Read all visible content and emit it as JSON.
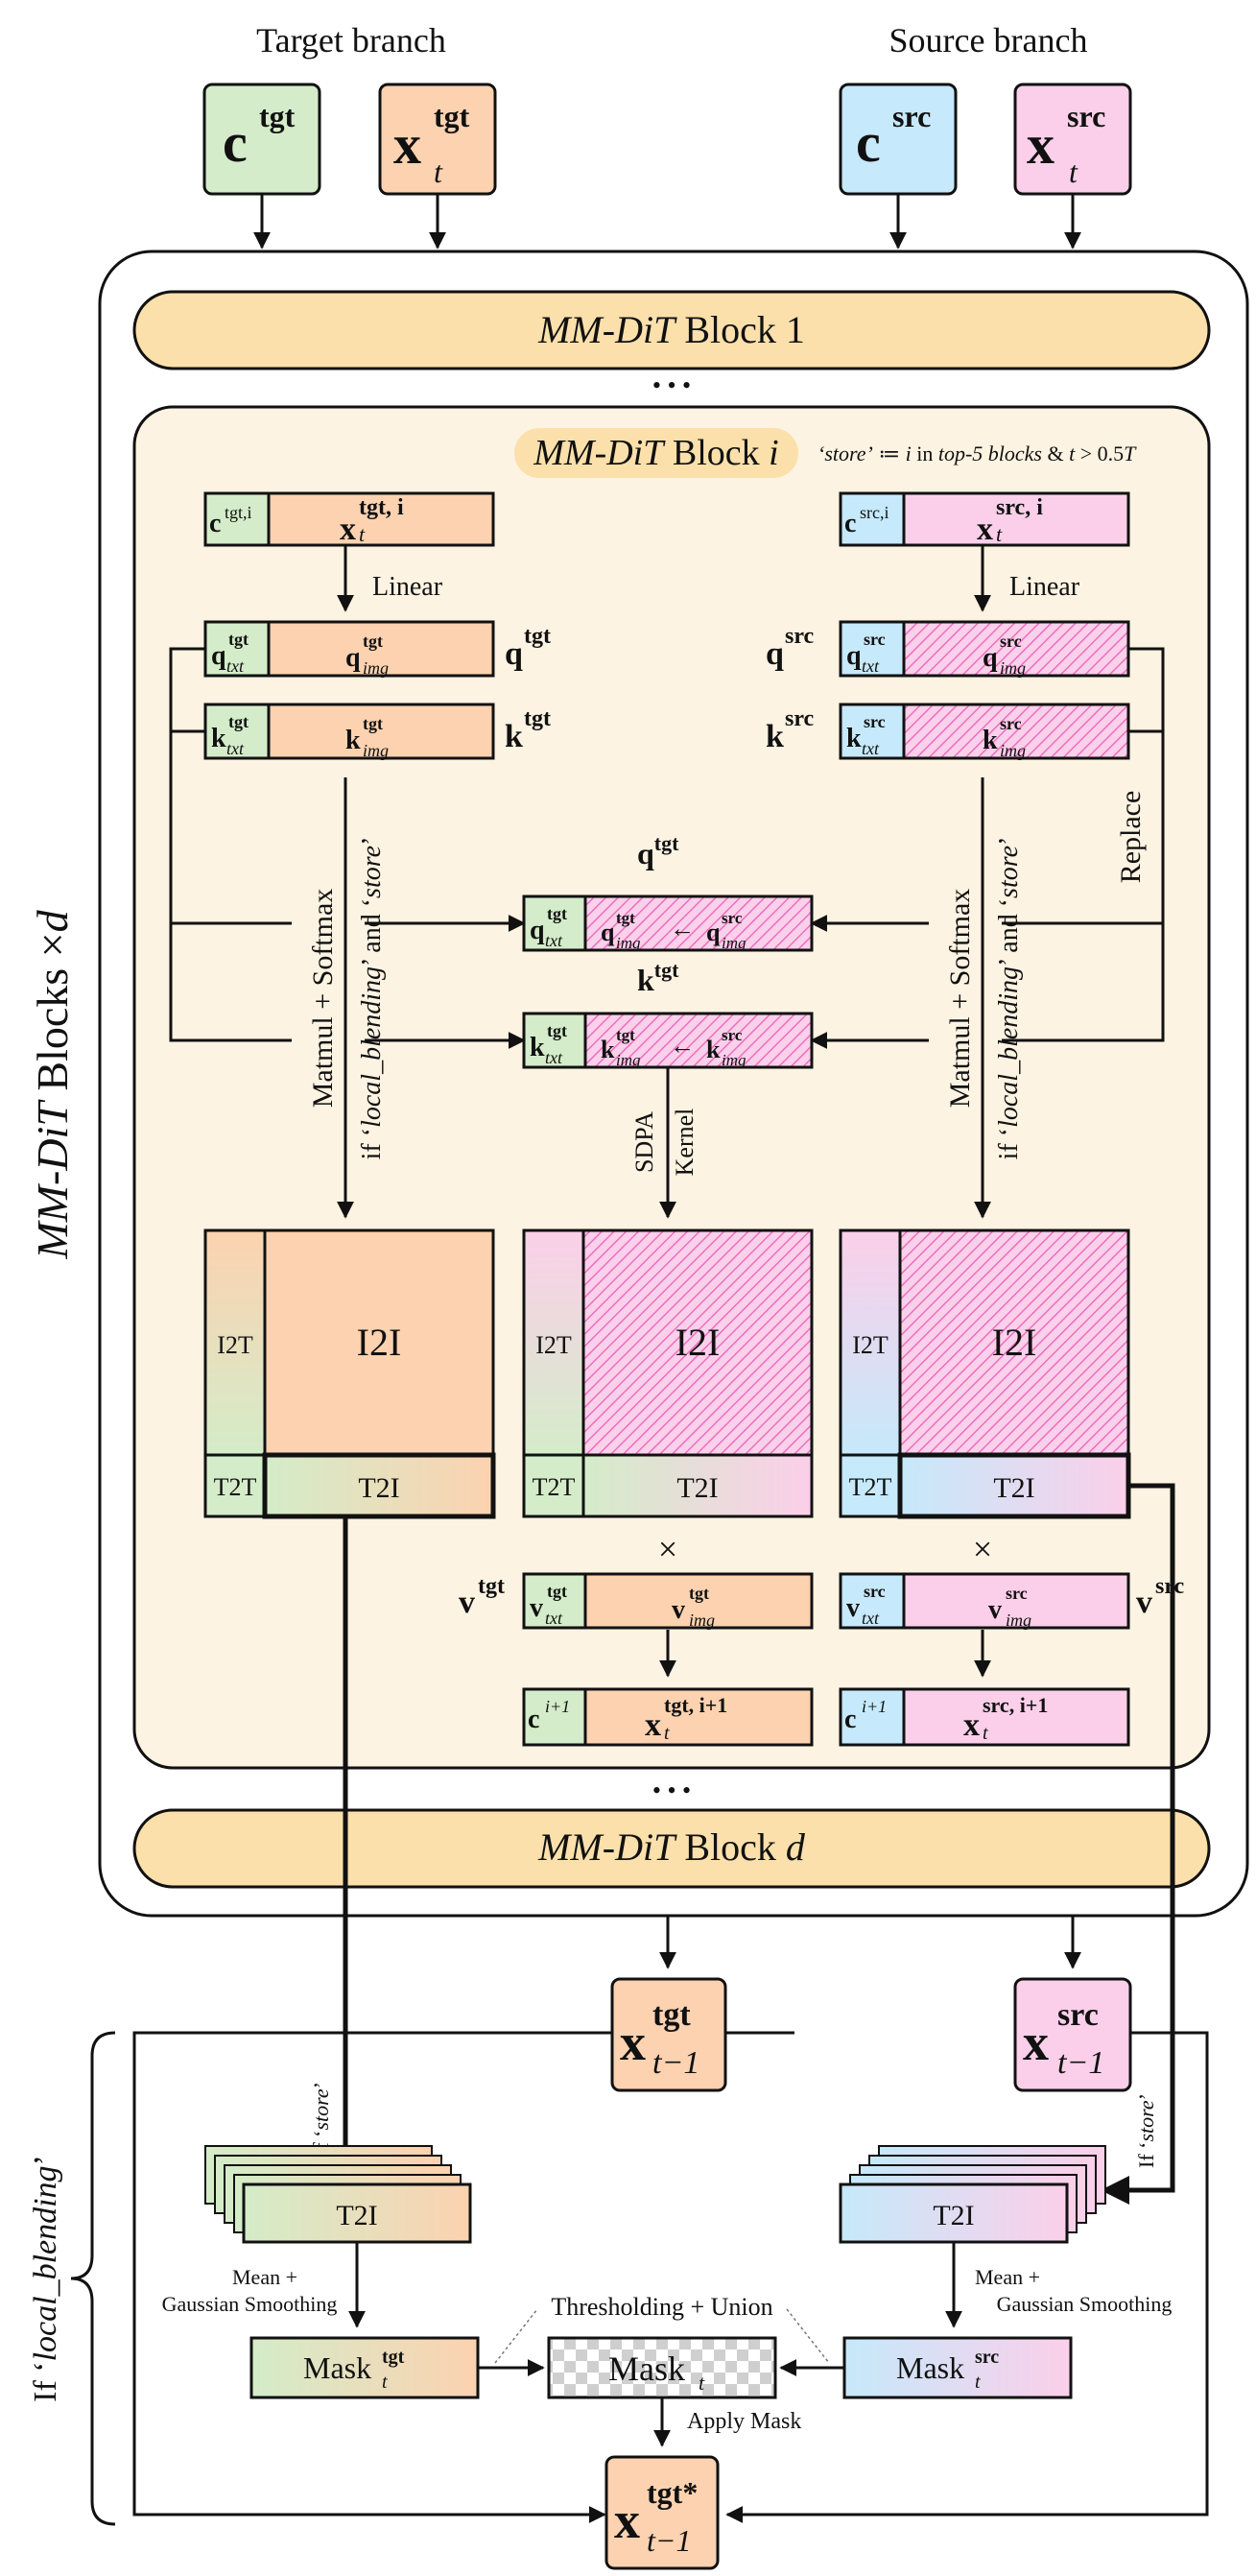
{
  "title_target": "Target branch",
  "title_source": "Source branch",
  "c": "c",
  "x": "x",
  "tgt": "tgt",
  "src": "src",
  "t": "t",
  "t1": "t−1",
  "c_tgt_i": "tgt,i",
  "c_src_i": "src,i",
  "x_tgt_i": "tgt, i",
  "x_src_i": "src, i",
  "x_tgt_i1": "tgt, i+1",
  "x_src_i1": "src, i+1",
  "ci1": "i+1",
  "txt": "txt",
  "img": "img",
  "q": "q",
  "k": "k",
  "v": "v",
  "arrow_left": "←",
  "tgt_star": "tgt*",
  "outer_side_label_a": "MM-DiT",
  "outer_side_label_b": " Blocks ×",
  "outer_side_label_c": "d",
  "block1_a": "MM-DiT",
  "block1_b": " Block 1",
  "blocki_a": "MM-DiT",
  "blocki_b": " Block ",
  "blocki_c": "i",
  "blockd_a": "MM-DiT",
  "blockd_b": " Block ",
  "blockd_c": "d",
  "ellipsis": "• • •",
  "store_note_a": "‘store’",
  "store_note_b": " ≔ ",
  "store_note_c": "i",
  "store_note_d": " in ",
  "store_note_e": "top-5 blocks",
  "store_note_f": " & ",
  "store_note_g": "t",
  "store_note_h": " > 0.5",
  "store_note_i": "T",
  "linear": "Linear",
  "matmul_softmax": "Matmul + Softmax",
  "if_lb_a": "if ‘",
  "if_lb_b": "local_blending",
  "if_lb_c": "’ and ‘",
  "if_lb_d": "store",
  "if_lb_e": "’",
  "replace": "Replace",
  "sdpa": "SDPA",
  "kernel": "Kernel",
  "i2i": "I2I",
  "i2t": "I2T",
  "t2t": "T2T",
  "t2i": "T2I",
  "times": "×",
  "if_store_a": "If ‘",
  "if_store_b": "store",
  "if_store_c": "’",
  "mean_gauss_1": "Mean +",
  "mean_gauss_2": "Gaussian Smoothing",
  "threshold_union": "Thresholding + Union",
  "mask": "Mask",
  "apply_mask": "Apply Mask",
  "if_lb_side_a": "If ‘",
  "if_lb_side_b": "local_blending",
  "if_lb_side_c": "’",
  "colors": {
    "green": "#d4ecc9",
    "orange": "#fcd2b0",
    "blue": "#c6e9fb",
    "pink": "#fbcfe9",
    "cream": "#fdf3e2",
    "block_fill": "#fbe0ab",
    "hatch": "#ef79c4"
  }
}
